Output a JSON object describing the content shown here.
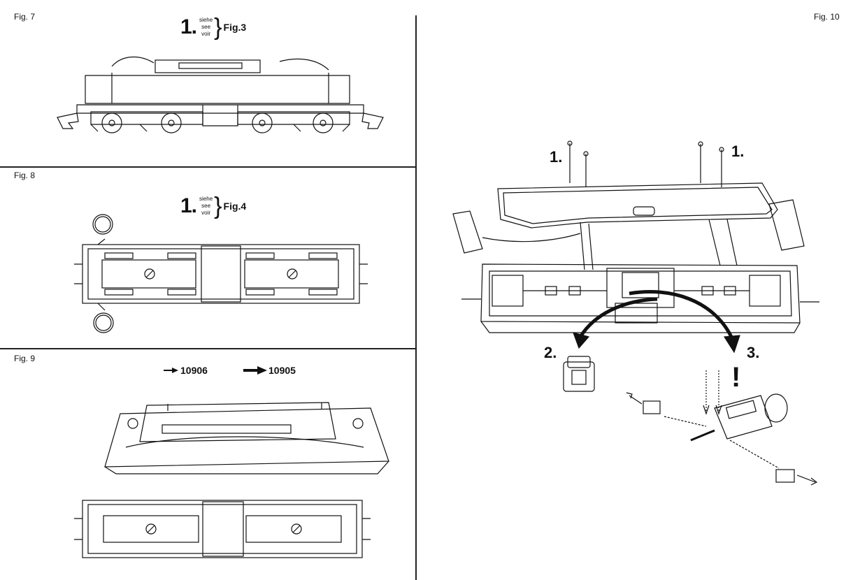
{
  "fig7": {
    "label": "Fig. 7",
    "step": "1.",
    "lang": [
      "siehe",
      "see",
      "voir"
    ],
    "ref": "Fig.3"
  },
  "fig8": {
    "label": "Fig. 8",
    "step": "1.",
    "lang": [
      "siehe",
      "see",
      "voir"
    ],
    "ref": "Fig.4"
  },
  "fig9": {
    "label": "Fig. 9",
    "legend_small": "10906",
    "legend_large": "10905"
  },
  "fig10": {
    "label": "Fig. 10",
    "step1a": "1.",
    "step1b": "1.",
    "step2": "2.",
    "step3": "3.",
    "warning": "!"
  }
}
